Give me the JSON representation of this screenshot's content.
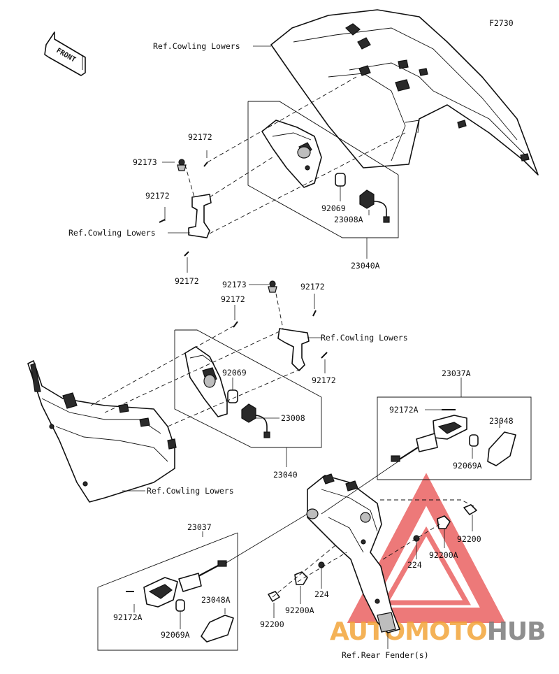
{
  "figure_code": "F2730",
  "front_badge": "FRONT",
  "watermark": {
    "part1": "AUTOMOTO",
    "part2": "HUB"
  },
  "labels": {
    "ref_upper_top": "Ref.Cowling Lowers",
    "p92172_a": "92172",
    "p92173_a": "92173",
    "p92172_b": "92172",
    "ref_left_mid": "Ref.Cowling Lowers",
    "p92069_a": "92069",
    "p23008A": "23008A",
    "p92172_c": "92172",
    "p23040A": "23040A",
    "p92173_b": "92173",
    "p92172_d": "92172",
    "p92172_e": "92172",
    "ref_right_mid": "Ref.Cowling Lowers",
    "p92069_b": "92069",
    "p92172_f": "92172",
    "p23008": "23008",
    "p23040": "23040",
    "ref_lower": "Ref.Cowling Lowers",
    "p23037A": "23037A",
    "p92172A_a": "92172A",
    "p23048": "23048",
    "p92069A_a": "92069A",
    "p92200_a": "92200",
    "p92200A_a": "92200A",
    "p224_a": "224",
    "p23037": "23037",
    "p92172A_b": "92172A",
    "p23048A": "23048A",
    "p92069A_b": "92069A",
    "p92200A_b": "92200A",
    "p224_b": "224",
    "p92200_b": "92200",
    "ref_rear": "Ref.Rear Fender(s)"
  }
}
